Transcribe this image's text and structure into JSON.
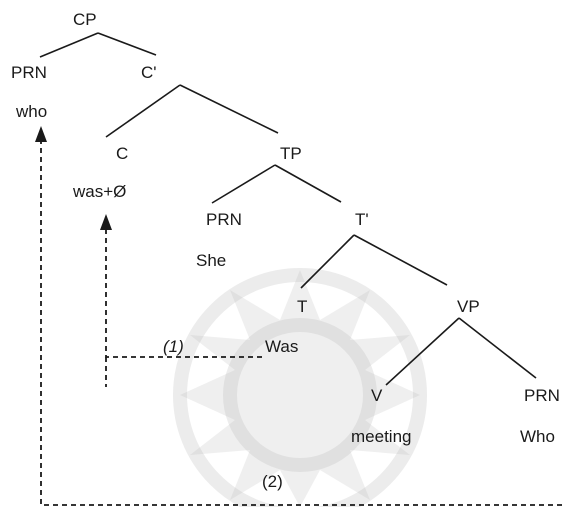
{
  "tree": {
    "CP": "CP",
    "PRN_spec": "PRN",
    "C_bar": "C'",
    "who": "who",
    "C": "C",
    "TP": "TP",
    "was_null": "was+Ø",
    "PRN_subj": "PRN",
    "T_bar": "T'",
    "She": "She",
    "T": "T",
    "VP": "VP",
    "Was": "Was",
    "V": "V",
    "PRN_obj": "PRN",
    "meeting": "meeting",
    "Who": "Who"
  },
  "movements": {
    "label_1": "(1)",
    "label_2": "(2)"
  }
}
